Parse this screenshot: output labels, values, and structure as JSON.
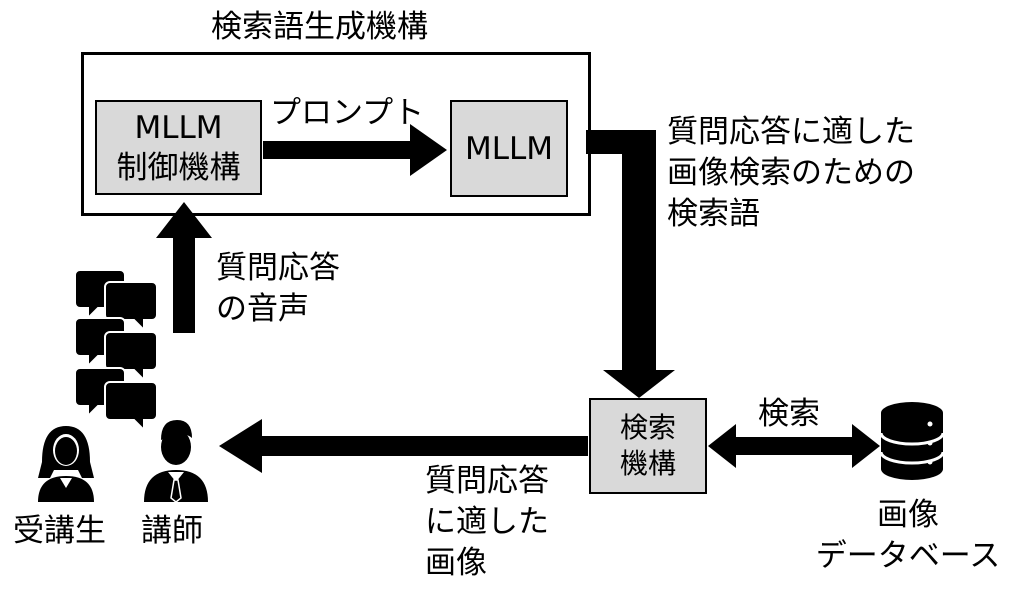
{
  "generator": {
    "title": "検索語生成機構",
    "controller_line1": "MLLM",
    "controller_line2": "制御機構",
    "model": "MLLM",
    "prompt_label": "プロンプト"
  },
  "search_terms_label": [
    "質問応答に適した",
    "画像検索のための",
    "検索語"
  ],
  "qa_audio_label": [
    "質問応答",
    "の音声"
  ],
  "search_engine": [
    "検索",
    "機構"
  ],
  "search_label": "検索",
  "database_label": [
    "画像",
    "データベース"
  ],
  "result_label": [
    "質問応答",
    "に適した",
    "画像"
  ],
  "people": {
    "student": "受講生",
    "lecturer": "講師"
  },
  "icons": [
    "speech-bubbles-icon",
    "student-icon",
    "lecturer-icon",
    "database-icon"
  ],
  "colors": {
    "box_fill": "#d9d9d9",
    "stroke": "#000000"
  }
}
